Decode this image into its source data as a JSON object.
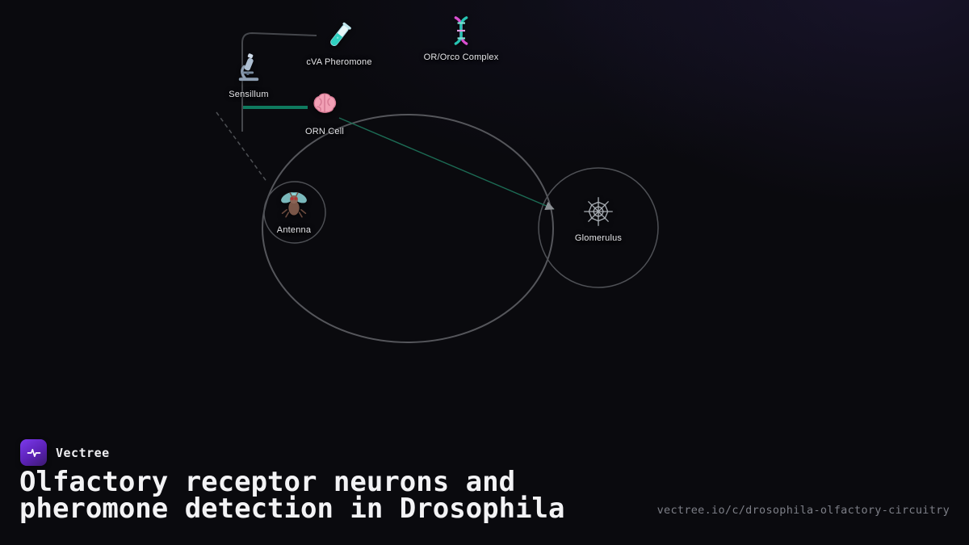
{
  "brand": {
    "name": "Vectree",
    "logo_icon": "waveform-icon",
    "logo_color": "#6d28d9"
  },
  "title": {
    "line1": "Olfactory receptor neurons and",
    "line2": "pheromone detection in Drosophila"
  },
  "url": "vectree.io/c/drosophila-olfactory-circuitry",
  "colors": {
    "background": "#0a0a0e",
    "accent_teal": "#0f7a5f",
    "ring_gray": "#55565b",
    "text": "#f3f3f5",
    "muted_text": "#7c7e86"
  },
  "diagram": {
    "nodes": [
      {
        "id": "sensillum",
        "label": "Sensillum",
        "icon": "microscope-icon"
      },
      {
        "id": "cva-pheromone",
        "label": "cVA Pheromone",
        "icon": "test-tube-icon"
      },
      {
        "id": "or-orco-complex",
        "label": "OR/Orco Complex",
        "icon": "dna-icon"
      },
      {
        "id": "orn-cell",
        "label": "ORN Cell",
        "icon": "brain-icon"
      },
      {
        "id": "antenna",
        "label": "Antenna",
        "icon": "fly-icon"
      },
      {
        "id": "glomerulus",
        "label": "Glomerulus",
        "icon": "spider-web-icon"
      }
    ],
    "edges": [
      {
        "from": "sensillum",
        "to": "cva-pheromone",
        "style": "elbow-gray"
      },
      {
        "from": "sensillum",
        "to": "orn-cell",
        "style": "thick-teal"
      },
      {
        "from": "orn-cell",
        "to": "glomerulus",
        "style": "thin-teal-arrow"
      },
      {
        "from": "antenna",
        "to": "sensillum",
        "style": "dashed-gray"
      }
    ],
    "rings": [
      {
        "around": "antenna"
      },
      {
        "around": "glomerulus"
      },
      {
        "around": "center-field"
      }
    ]
  }
}
